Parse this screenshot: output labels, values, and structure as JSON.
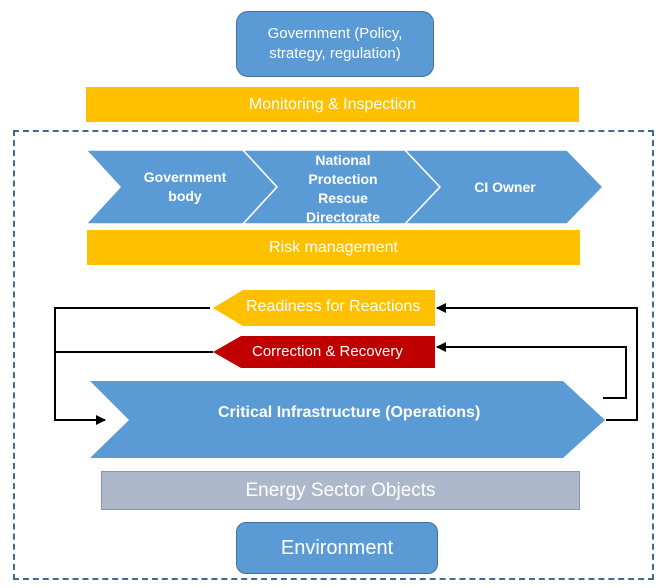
{
  "government": {
    "label_line1": "Government (Policy,",
    "label_line2": "strategy, regulation)"
  },
  "monitoring": {
    "label": "Monitoring & Inspection"
  },
  "process_chain": {
    "step1_line1": "Government",
    "step1_line2": "body",
    "step2_line1": "National",
    "step2_line2": "Protection",
    "step2_line3": "Rescue",
    "step2_line4": "Directorate",
    "step3_label": "CI Owner"
  },
  "risk": {
    "label": "Risk management"
  },
  "feedback": {
    "readiness_label": "Readiness for Reactions",
    "correction_label": "Correction & Recovery"
  },
  "critical_infrastructure": {
    "label": "Critical Infrastructure (Operations)"
  },
  "energy": {
    "label": "Energy Sector Objects"
  },
  "environment": {
    "label": "Environment"
  },
  "colors": {
    "blue": "#5b9bd5",
    "gold": "#ffc000",
    "red": "#c00000",
    "grey": "#adb9ca",
    "frame": "#3d6a99"
  }
}
